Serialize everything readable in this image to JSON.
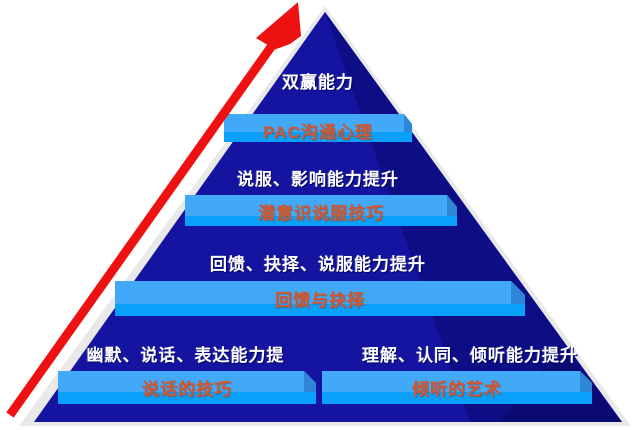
{
  "diagram": {
    "type": "pyramid",
    "title_text": "双赢能力",
    "background_color": "#ffffff",
    "pyramid_fill": "#1414a0",
    "pyramid_shadow_fill": "#0b0b78",
    "pyramid_edge_color": "#e8e8e8",
    "bar_top_color": "#40a8f8",
    "bar_front_color": "#0aa0f8",
    "bar_side_color": "#2b7fd0",
    "bar_text_color": "#d4562e",
    "tier_text_color": "#ffffff",
    "arrow_color": "#ee1111",
    "arrow_label": "growth-arrow"
  },
  "apex": {
    "label": "双赢能力"
  },
  "tiers": [
    {
      "index": 1,
      "skill_label": "PAC沟通心理",
      "capability_label": null
    },
    {
      "index": 2,
      "capability_label": "说服、影响能力提升",
      "skill_label": "潜意识说服技巧"
    },
    {
      "index": 3,
      "capability_label": "回馈、抉择、说服能力提升",
      "skill_label": "回馈与抉择"
    },
    {
      "index": 4,
      "capability_label_left": "幽默、说话、表达能力提",
      "skill_label_left": "说话的技巧",
      "capability_label_right": "理解、认同、倾听能力提升",
      "skill_label_right": "倾听的艺术"
    }
  ]
}
